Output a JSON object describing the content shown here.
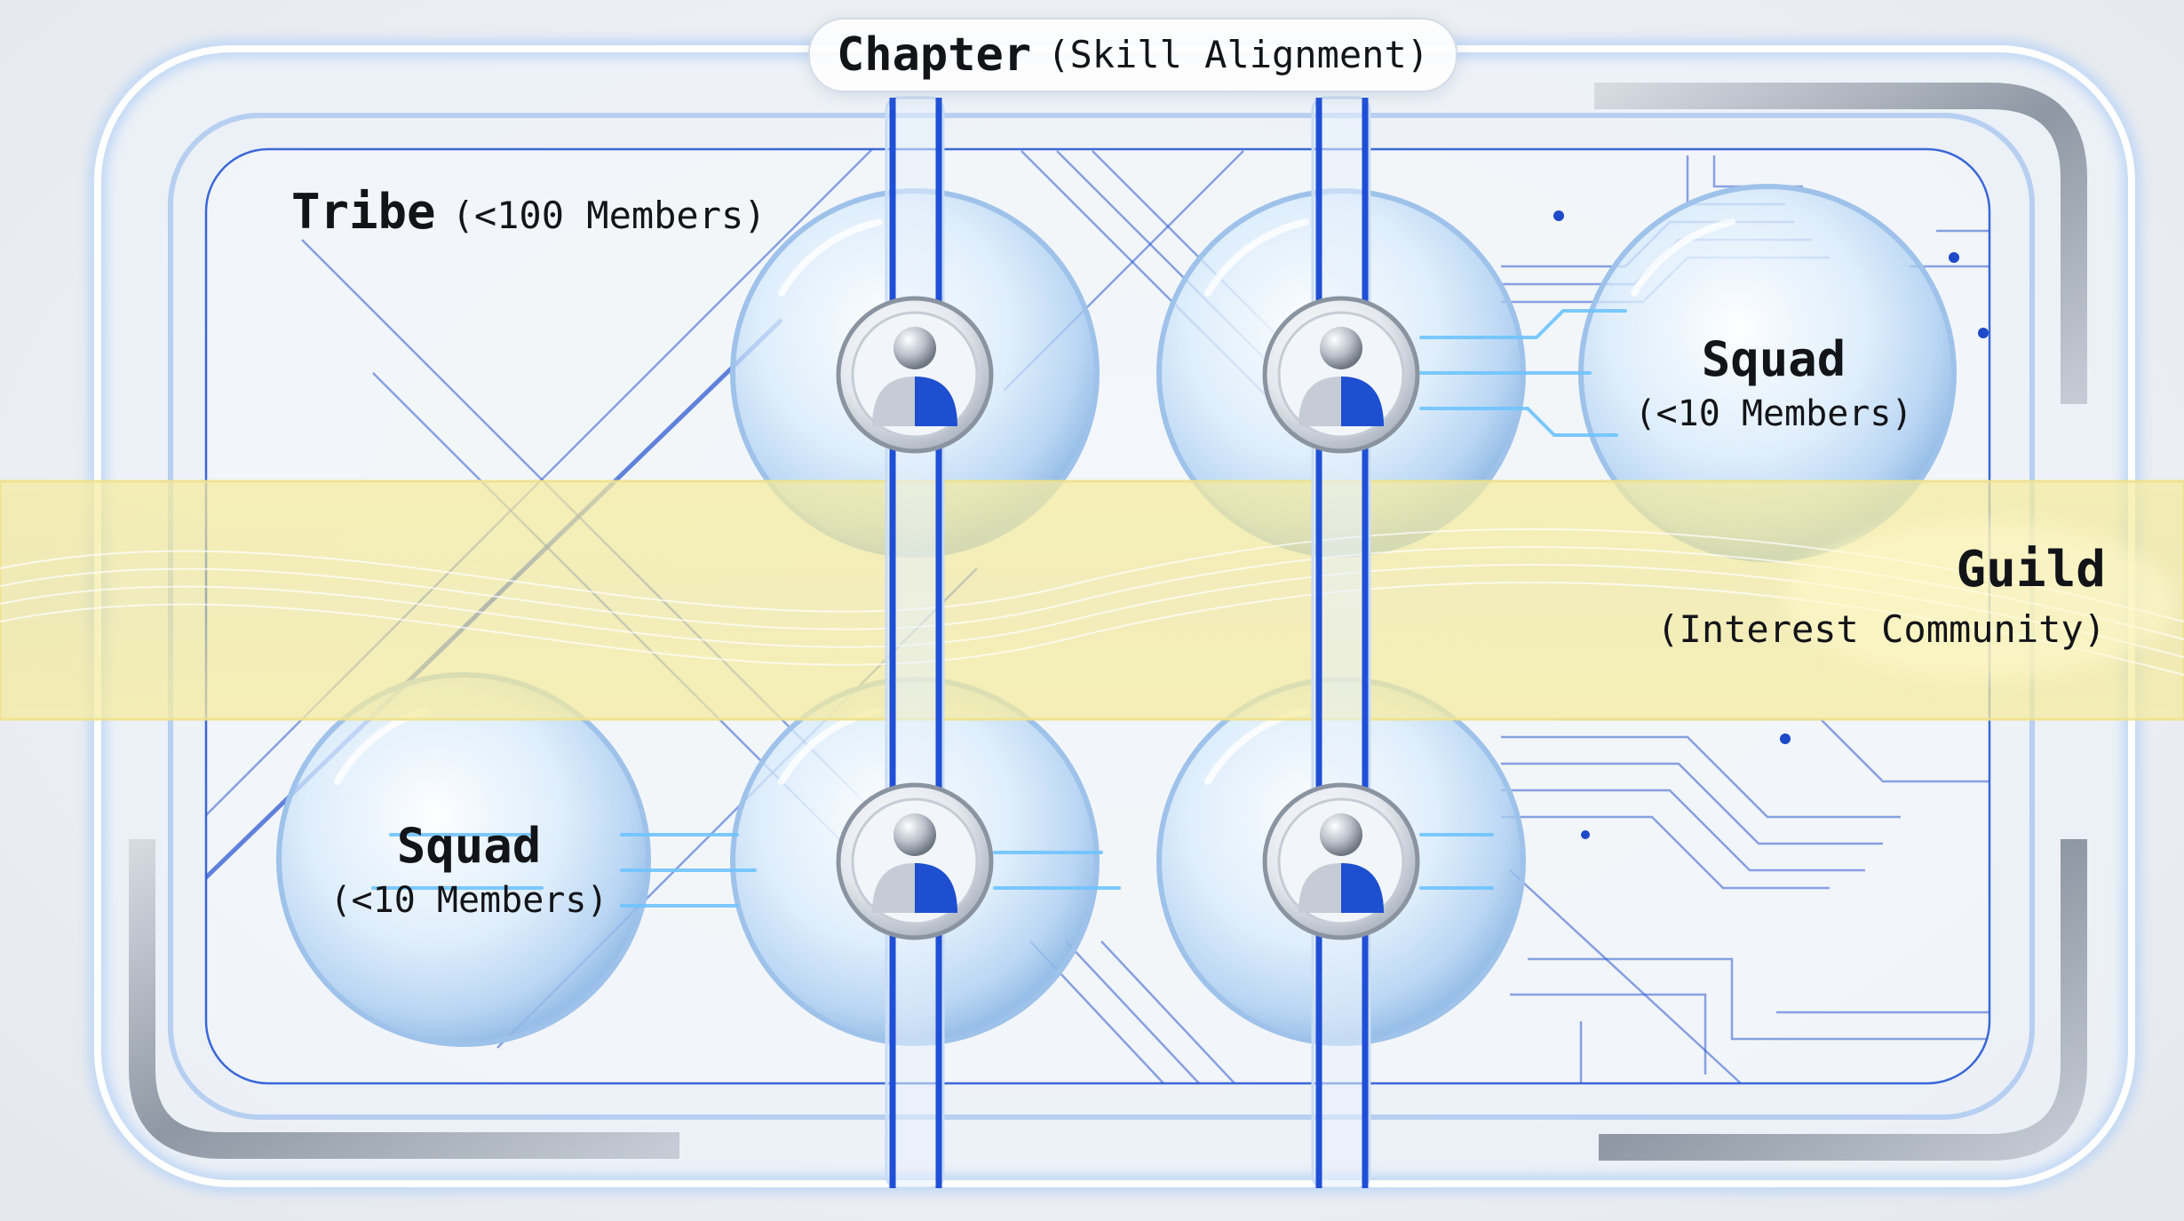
{
  "diagram": {
    "chapter": {
      "title": "Chapter",
      "subtitle": "(Skill Alignment)"
    },
    "tribe": {
      "title": "Tribe",
      "subtitle": "(<100 Members)"
    },
    "squads": [
      {
        "title": "Squad",
        "subtitle": "(<10 Members)"
      },
      {
        "title": "Squad",
        "subtitle": "(<10 Members)"
      }
    ],
    "guild": {
      "title": "Guild",
      "subtitle": "(Interest Community)"
    },
    "member_icons": [
      "person-icon",
      "person-icon",
      "person-icon",
      "person-icon"
    ]
  },
  "colors": {
    "chapter_rail": "#1f4fd6",
    "guild_band": "#f3e58a",
    "bubble": "#cfe6fb",
    "frame": "#b9d3f3",
    "accent": "#1546c9"
  }
}
